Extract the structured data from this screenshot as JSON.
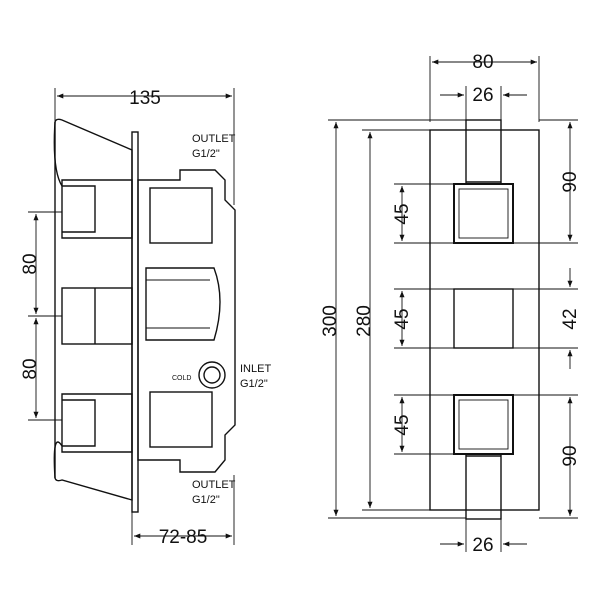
{
  "side_view": {
    "dim_width": "135",
    "dim_spacing_upper": "80",
    "dim_spacing_lower": "80",
    "dim_depth": "72-85",
    "outlet_top_label": "OUTLET",
    "outlet_top_size": "G1/2\"",
    "inlet_label": "INLET",
    "inlet_size": "G1/2\"",
    "cold_label": "COLD",
    "outlet_bottom_label": "OUTLET",
    "outlet_bottom_size": "G1/2\""
  },
  "front_view": {
    "dim_width": "80",
    "dim_top_lever": "26",
    "dim_bottom_lever": "26",
    "dim_overall_height": "300",
    "dim_inner_height": "280",
    "dim_knob_top": "45",
    "dim_knob_middle": "45",
    "dim_knob_bottom": "45",
    "dim_top_offset": "90",
    "dim_middle": "42",
    "dim_bottom_offset": "90"
  }
}
